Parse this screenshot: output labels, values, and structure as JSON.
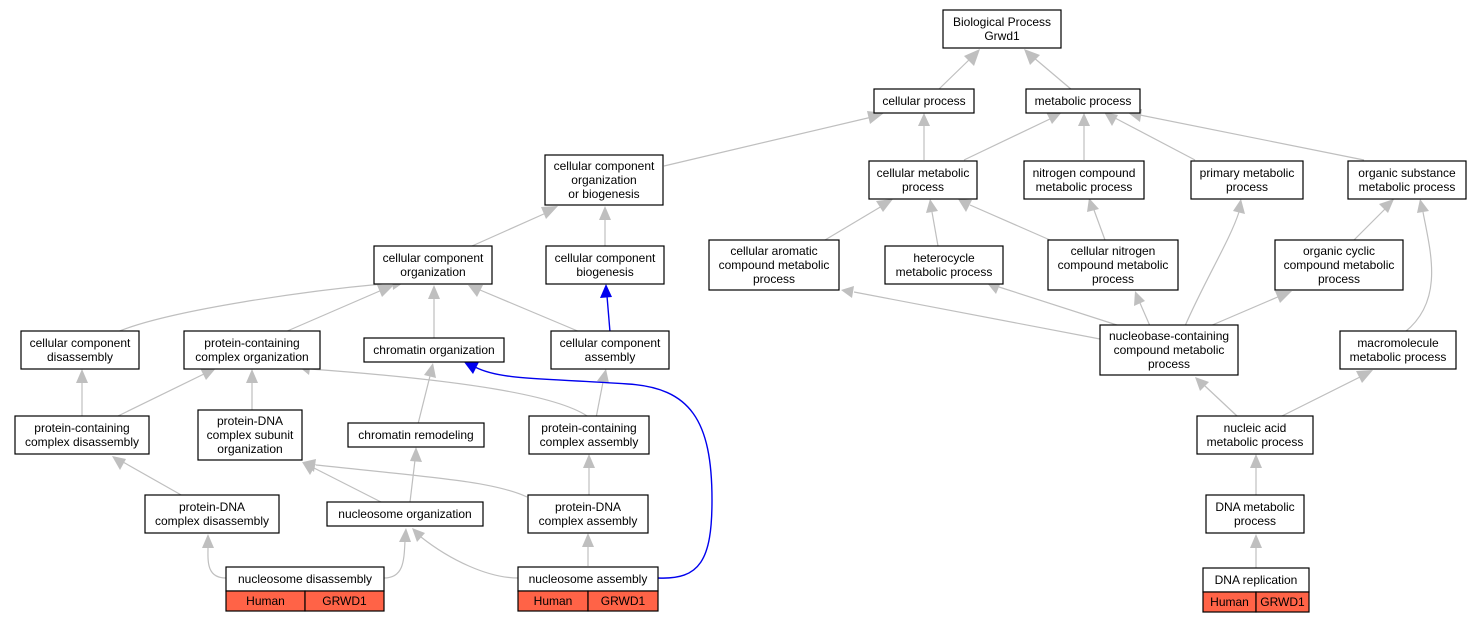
{
  "graph": {
    "root_lines": [
      "Biological Process",
      "Grwd1"
    ],
    "terms": {
      "cellular_process": [
        "cellular process"
      ],
      "metabolic_process": [
        "metabolic process"
      ],
      "ccob": [
        "cellular component",
        "organization",
        "or biogenesis"
      ],
      "cellular_metabolic": [
        "cellular metabolic",
        "process"
      ],
      "nitrogen_compound": [
        "nitrogen compound",
        "metabolic process"
      ],
      "primary_metabolic": [
        "primary metabolic",
        "process"
      ],
      "organic_substance": [
        "organic substance",
        "metabolic process"
      ],
      "cc_org": [
        "cellular component",
        "organization"
      ],
      "cc_biogenesis": [
        "cellular component",
        "biogenesis"
      ],
      "cell_aromatic": [
        "cellular aromatic",
        "compound metabolic",
        "process"
      ],
      "heterocycle": [
        "heterocycle",
        "metabolic process"
      ],
      "cell_nitrogen": [
        "cellular nitrogen",
        "compound metabolic",
        "process"
      ],
      "organic_cyclic": [
        "organic cyclic",
        "compound metabolic",
        "process"
      ],
      "cc_disassembly": [
        "cellular component",
        "disassembly"
      ],
      "pc_org": [
        "protein-containing",
        "complex organization"
      ],
      "chromatin_org": [
        "chromatin organization"
      ],
      "cc_assembly": [
        "cellular component",
        "assembly"
      ],
      "nucleobase": [
        "nucleobase-containing",
        "compound metabolic",
        "process"
      ],
      "macromolecule": [
        "macromolecule",
        "metabolic process"
      ],
      "pc_disassembly": [
        "protein-containing",
        "complex disassembly"
      ],
      "pdna_subunit": [
        "protein-DNA",
        "complex subunit",
        "organization"
      ],
      "chromatin_remodeling": [
        "chromatin remodeling"
      ],
      "pc_assembly": [
        "protein-containing",
        "complex assembly"
      ],
      "nucleic_acid": [
        "nucleic acid",
        "metabolic process"
      ],
      "pdna_disassembly": [
        "protein-DNA",
        "complex disassembly"
      ],
      "nucleosome_org": [
        "nucleosome organization"
      ],
      "pdna_assembly": [
        "protein-DNA",
        "complex assembly"
      ],
      "dna_metabolic": [
        "DNA metabolic",
        "process"
      ]
    },
    "annotated": {
      "nucleosome_disassembly": {
        "label": "nucleosome disassembly",
        "species": "Human",
        "gene": "GRWD1"
      },
      "nucleosome_assembly": {
        "label": "nucleosome assembly",
        "species": "Human",
        "gene": "GRWD1"
      },
      "dna_replication": {
        "label": "DNA replication",
        "species": "Human",
        "gene": "GRWD1"
      }
    },
    "colors": {
      "edge": "#bfbfbf",
      "highlight_edge": "#0000ee",
      "gene_cell": "#ff6347",
      "node_border": "#000000"
    }
  }
}
